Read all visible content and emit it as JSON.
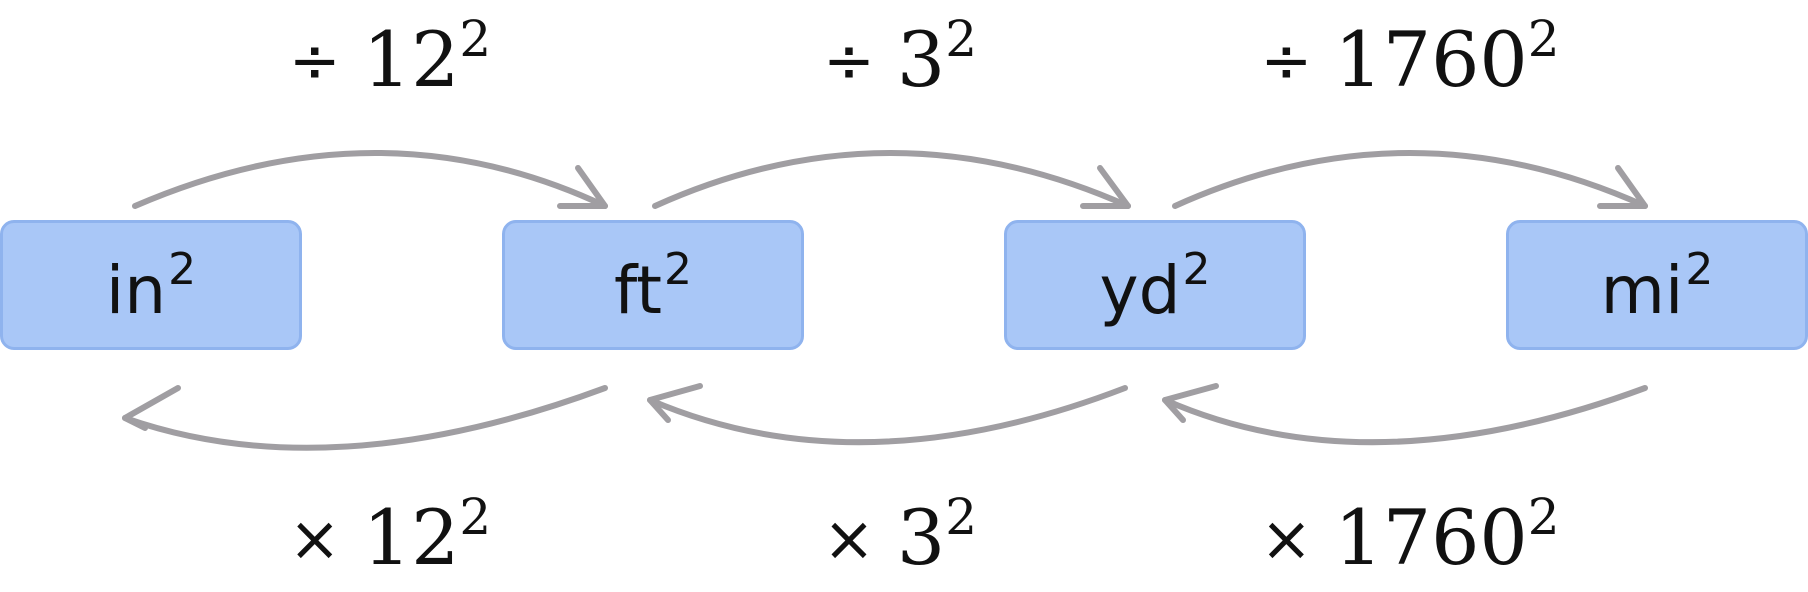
{
  "units": [
    {
      "base": "in",
      "power": "2"
    },
    {
      "base": "ft",
      "power": "2"
    },
    {
      "base": "yd",
      "power": "2"
    },
    {
      "base": "mi",
      "power": "2"
    }
  ],
  "forward": [
    {
      "op": "÷",
      "factor": "12",
      "power": "2"
    },
    {
      "op": "÷",
      "factor": "3",
      "power": "2"
    },
    {
      "op": "÷",
      "factor": "1760",
      "power": "2"
    }
  ],
  "backward": [
    {
      "op": "×",
      "factor": "12",
      "power": "2"
    },
    {
      "op": "×",
      "factor": "3",
      "power": "2"
    },
    {
      "op": "×",
      "factor": "1760",
      "power": "2"
    }
  ],
  "colors": {
    "box_fill": "#a9c7f7",
    "box_border": "#8fb3ee",
    "arrow": "#a09ea2",
    "text": "#111111"
  }
}
